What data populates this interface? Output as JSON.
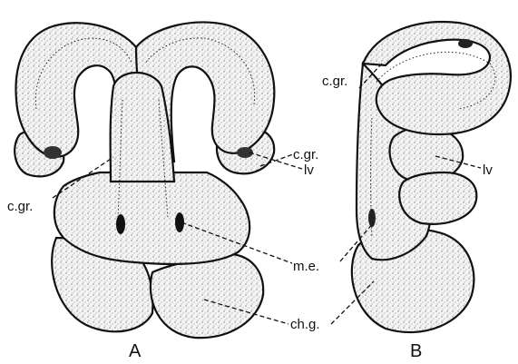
{
  "labels": {
    "cgr_a_right": "c.gr.",
    "cgr_a_left": "c.gr.",
    "lv_a": "lv",
    "me": "m.e.",
    "chg": "ch.g.",
    "cgr_b": "c.gr.",
    "lv_b": "lv"
  },
  "panels": {
    "a": "A",
    "b": "B"
  }
}
